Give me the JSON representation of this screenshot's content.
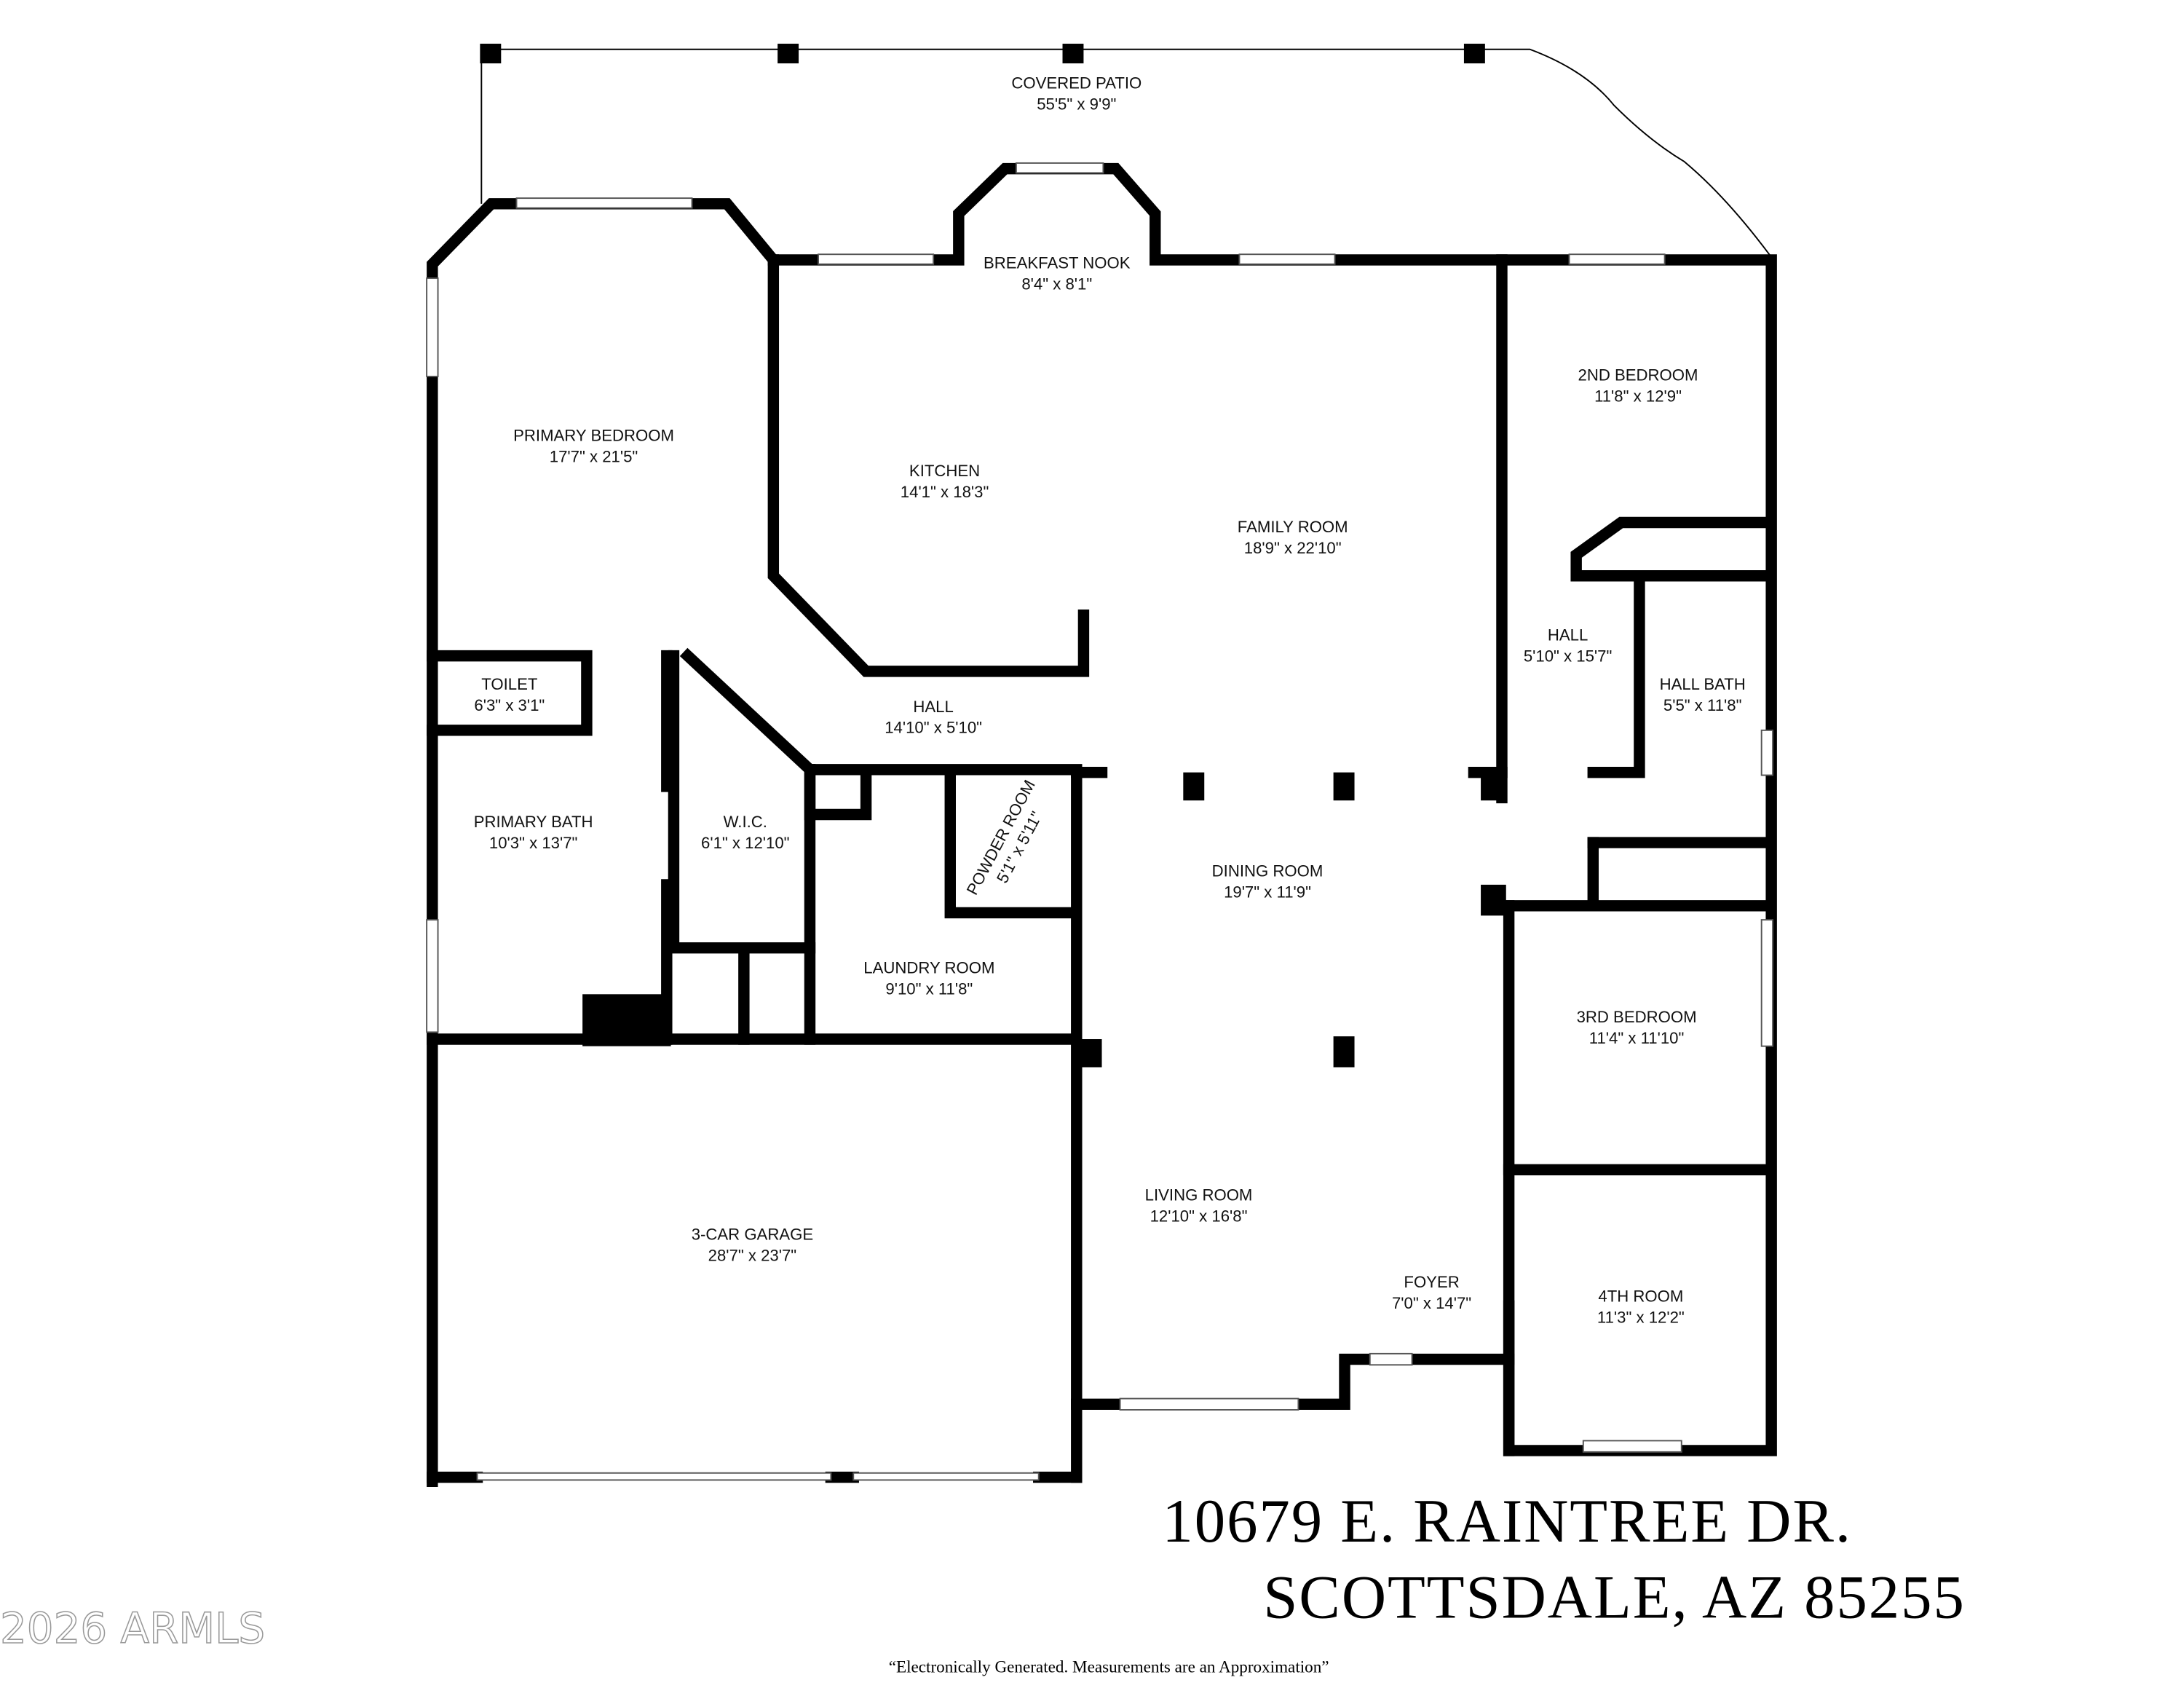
{
  "rooms": [
    {
      "name": "COVERED PATIO",
      "dims": "55'5\" x 9'9\""
    },
    {
      "name": "BREAKFAST NOOK",
      "dims": "8'4\" x 8'1\""
    },
    {
      "name": "PRIMARY BEDROOM",
      "dims": "17'7\" x 21'5\""
    },
    {
      "name": "KITCHEN",
      "dims": "14'1\" x 18'3\""
    },
    {
      "name": "FAMILY ROOM",
      "dims": "18'9\" x 22'10\""
    },
    {
      "name": "2ND BEDROOM",
      "dims": "11'8\" x 12'9\""
    },
    {
      "name": "HALL",
      "dims": "5'10\" x 15'7\""
    },
    {
      "name": "HALL BATH",
      "dims": "5'5\" x 11'8\""
    },
    {
      "name": "TOILET",
      "dims": "6'3\" x 3'1\""
    },
    {
      "name": "HALL",
      "dims": "14'10\" x 5'10\""
    },
    {
      "name": "PRIMARY BATH",
      "dims": "10'3\" x 13'7\""
    },
    {
      "name": "W.I.C.",
      "dims": "6'1\" x 12'10\""
    },
    {
      "name": "POWDER ROOM",
      "dims": "5'1\" x 5'11\""
    },
    {
      "name": "DINING ROOM",
      "dims": "19'7\" x 11'9\""
    },
    {
      "name": "LAUNDRY ROOM",
      "dims": "9'10\" x 11'8\""
    },
    {
      "name": "3RD BEDROOM",
      "dims": "11'4\" x 11'10\""
    },
    {
      "name": "3-CAR GARAGE",
      "dims": "28'7\" x 23'7\""
    },
    {
      "name": "LIVING ROOM",
      "dims": "12'10\" x 16'8\""
    },
    {
      "name": "FOYER",
      "dims": "7'0\" x 14'7\""
    },
    {
      "name": "4TH ROOM",
      "dims": "11'3\" x 12'2\""
    }
  ],
  "address": {
    "line1": "10679 E. RAINTREE DR.",
    "line2": "SCOTTSDALE, AZ 85255"
  },
  "disclaimer": "“Electronically Generated.  Measurements are an Approximation”",
  "watermark": "2026 ARMLS"
}
